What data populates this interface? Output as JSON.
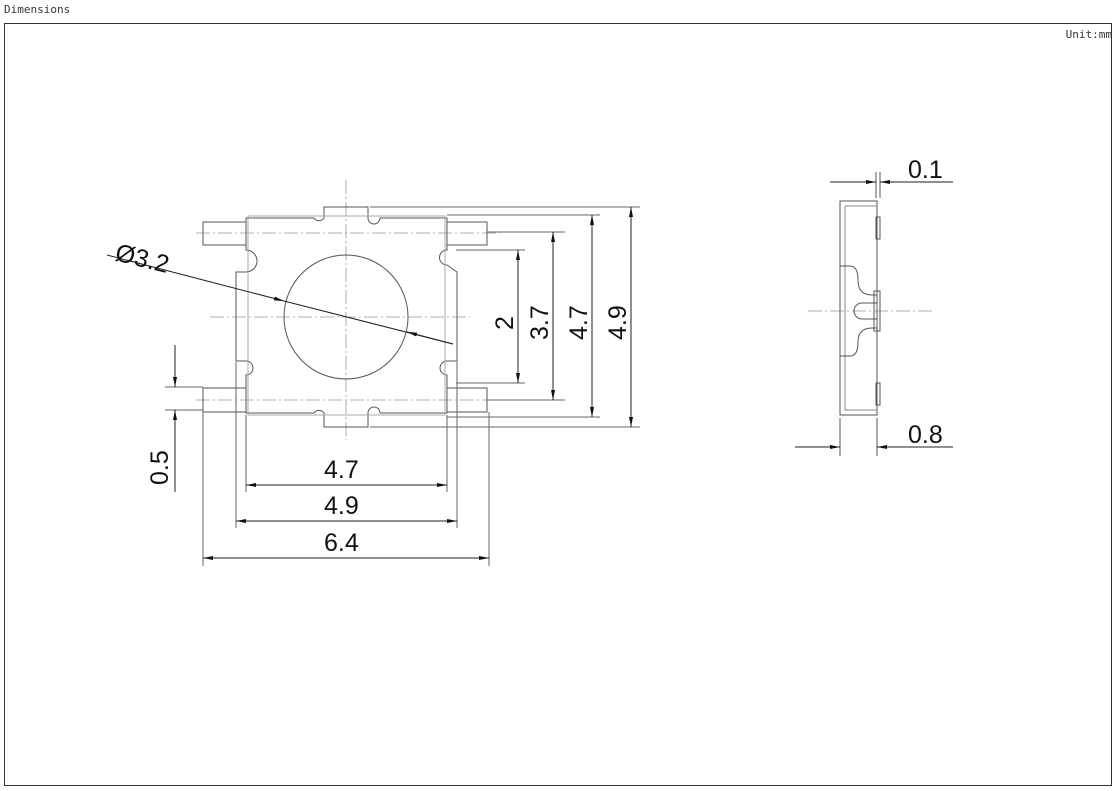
{
  "header": {
    "title": "Dimensions",
    "unit": "Unit:mm"
  },
  "drawing": {
    "diameter": "Ø3.2",
    "lead_width": "0.5",
    "dims_horizontal": [
      "4.7",
      "4.9",
      "6.4"
    ],
    "dims_vertical": [
      "2",
      "3.7",
      "4.7",
      "4.9"
    ],
    "side_top": "0.1",
    "side_bottom": "0.8"
  }
}
